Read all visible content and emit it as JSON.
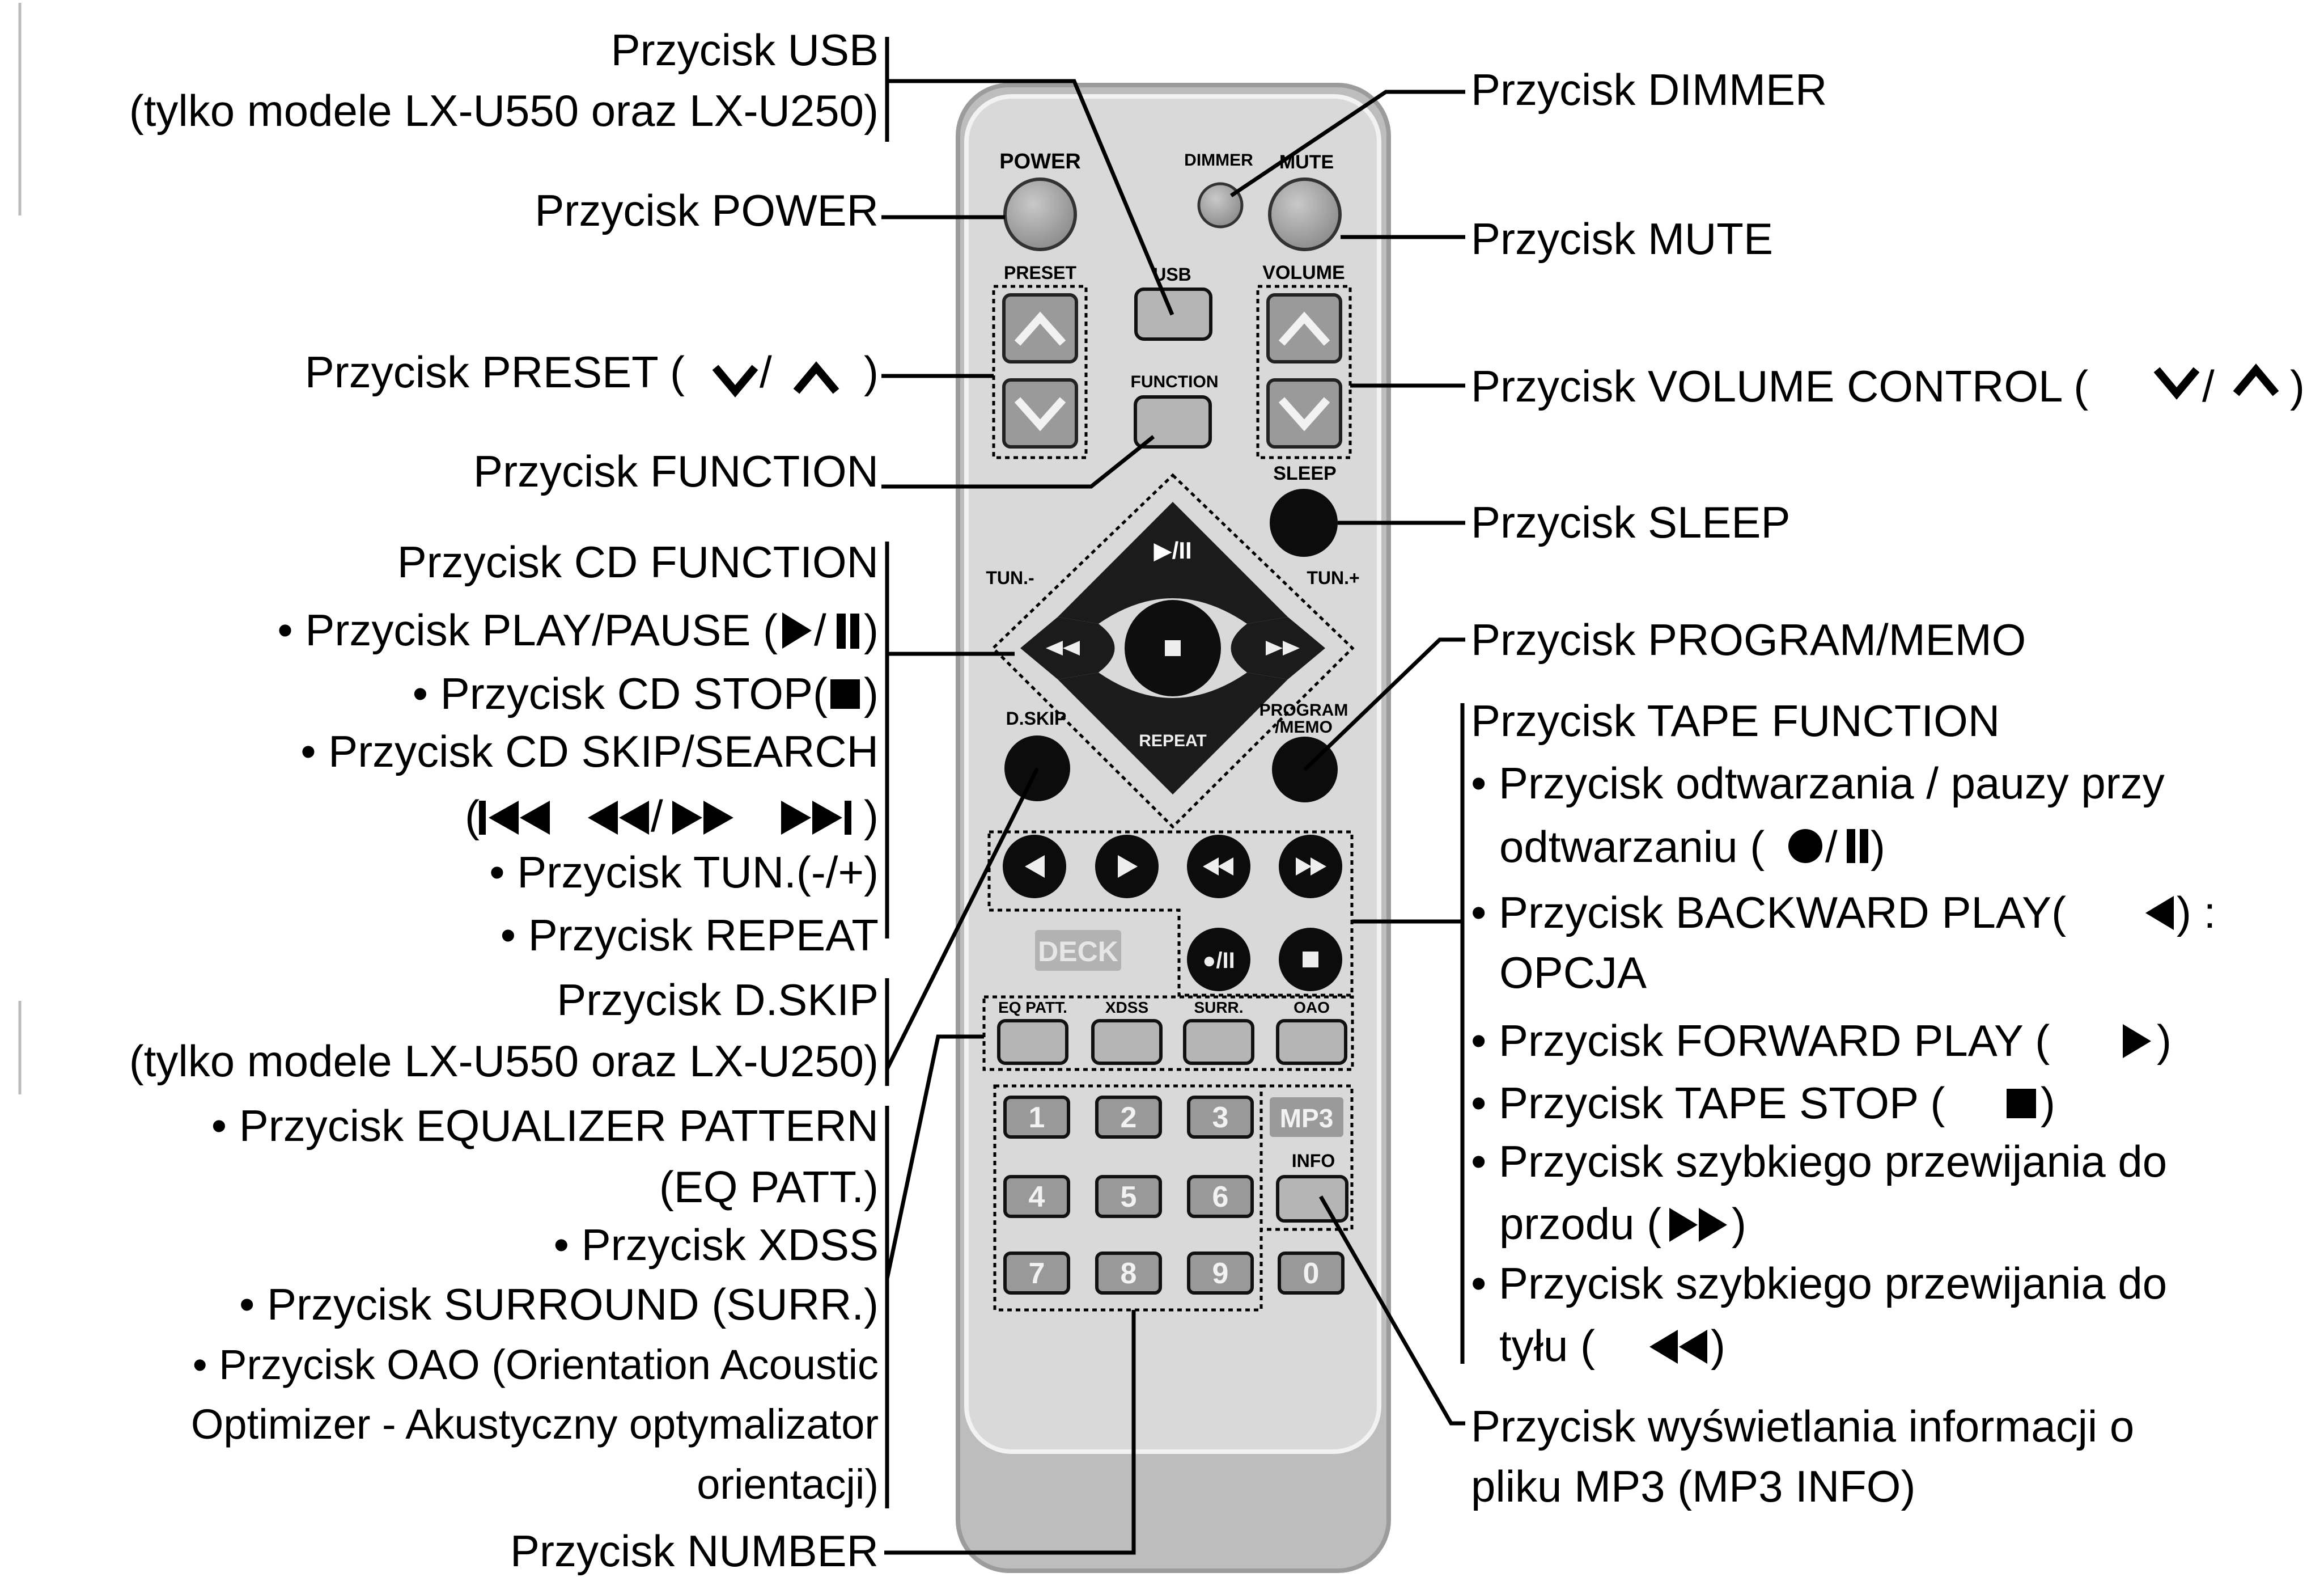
{
  "labels_left": {
    "usb": "Przycisk USB",
    "usb_note": "(tylko modele LX-U550 oraz LX-U250)",
    "power": "Przycisk POWER",
    "preset": "Przycisk PRESET (",
    "preset_end": ")",
    "function": "Przycisk FUNCTION",
    "cd_function": "Przycisk CD FUNCTION",
    "cd_play_pause": "• Przycisk PLAY/PAUSE (",
    "cd_play_pause_end": ")",
    "cd_stop": "• Przycisk CD STOP(",
    "cd_stop_end": ")",
    "cd_skip": "• Przycisk CD SKIP/SEARCH",
    "cd_skip_symbols": "(",
    "cd_skip_symbols_end": ")",
    "tun": "• Przycisk TUN.(-/+)",
    "repeat": "• Przycisk REPEAT",
    "dskip": "Przycisk D.SKIP",
    "dskip_note": "(tylko modele LX-U550 oraz LX-U250)",
    "eq_1": "• Przycisk EQUALIZER PATTERN",
    "eq_2": "(EQ PATT.)",
    "xdss": "• Przycisk XDSS",
    "surround": "• Przycisk SURROUND (SURR.)",
    "oao_1": "• Przycisk OAO (Orientation Acoustic",
    "oao_2": "Optimizer - Akustyczny optymalizator",
    "oao_3": "orientacji)",
    "number": "Przycisk NUMBER"
  },
  "labels_right": {
    "dimmer": "Przycisk DIMMER",
    "mute": "Przycisk MUTE",
    "volume": "Przycisk VOLUME CONTROL (",
    "volume_end": ")",
    "sleep": "Przycisk SLEEP",
    "program": "Przycisk PROGRAM/MEMO",
    "tape_function": "Przycisk TAPE FUNCTION",
    "tape_play_1": "• Przycisk odtwarzania / pauzy przy",
    "tape_play_2": "odtwarzaniu (",
    "tape_play_2_end": ")",
    "backward_1": "• Przycisk BACKWARD PLAY(",
    "backward_1_end": ") :",
    "backward_2": "OPCJA",
    "forward": "• Przycisk FORWARD PLAY (",
    "forward_end": ")",
    "tape_stop": "• Przycisk TAPE STOP (",
    "tape_stop_end": ")",
    "ffwd_1": "• Przycisk szybkiego przewijania do",
    "ffwd_2": "przodu (",
    "ffwd_2_end": ")",
    "rew_1": "• Przycisk szybkiego przewijania do",
    "rew_2": "tyłu  (",
    "rew_2_end": ")",
    "mp3info_1": "Przycisk wyświetlania informacji o",
    "mp3info_2": "pliku MP3 (MP3 INFO)"
  },
  "remote": {
    "power": "POWER",
    "dimmer": "DIMMER",
    "mute": "MUTE",
    "preset": "PRESET",
    "usb": "USB",
    "volume": "VOLUME",
    "function": "FUNCTION",
    "sleep": "SLEEP",
    "tun_minus": "TUN.-",
    "tun_plus": "TUN.+",
    "dskip": "D.SKIP",
    "program_1": "PROGRAM",
    "program_2": "/MEMO",
    "play_pause": "▶/II",
    "stop": "■",
    "repeat": "REPEAT",
    "deck": "DECK",
    "eq_patt": "EQ PATT.",
    "xdss": "XDSS",
    "surr": "SURR.",
    "oao": "OAO",
    "mp3": "MP3",
    "info": "INFO",
    "numbers": [
      "1",
      "2",
      "3",
      "4",
      "5",
      "6",
      "7",
      "8",
      "9",
      "0"
    ]
  },
  "icons": {
    "down_chevron": "chevron-down-icon",
    "up_chevron": "chevron-up-icon"
  }
}
